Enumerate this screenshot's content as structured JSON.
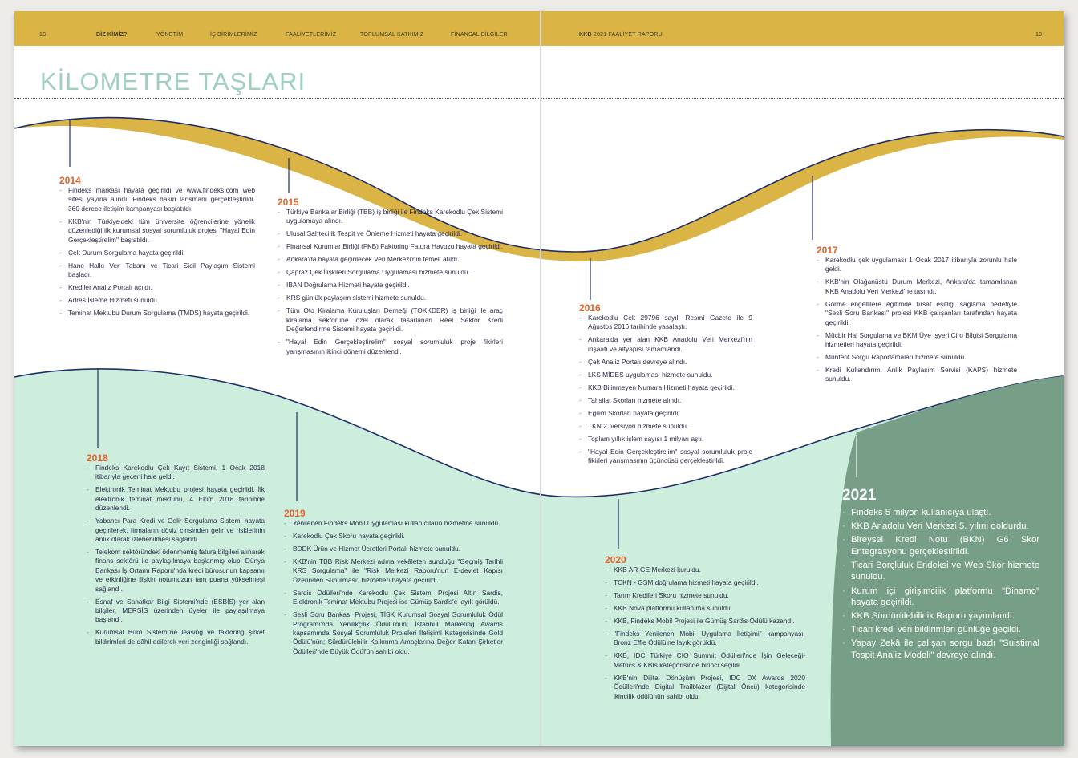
{
  "header": {
    "left_page_number": "18",
    "nav": [
      "BİZ KİMİZ?",
      "YÖNETİM",
      "İŞ BİRİMLERİMİZ",
      "FAALİYETLERİMİZ",
      "TOPLUMSAL KATKIMIZ",
      "FİNANSAL BİLGİLER"
    ],
    "report_brand": "KKB",
    "report_title": "2021 FAALİYET RAPORU",
    "right_page_number": "19"
  },
  "page_title": "KİLOMETRE TAŞLARI",
  "colors": {
    "gold": "#dbb446",
    "mint": "#cdeedd",
    "dark_green": "#779f88",
    "navy": "#1f2f6a",
    "year_orange": "#e2622a",
    "title_teal": "#9fd0bd"
  },
  "milestones": {
    "y2014": {
      "year": "2014",
      "items": [
        "Findeks markası hayata geçirildi ve www.findeks.com web sitesi yayına alındı. Findeks basın lansmanı gerçekleştirildi. 360 derece iletişim kampanyası başlatıldı.",
        "KKB'nin Türkiye'deki tüm üniversite öğrencilerine yönelik düzenlediği ilk kurumsal sosyal sorumluluk projesi \"Hayal Edin Gerçekleştirelim\" başlatıldı.",
        "Çek Durum Sorgulama hayata geçirildi.",
        "Hane Halkı Veri Tabanı ve Ticari Sicil Paylaşım Sistemi başladı.",
        "Krediler Analiz Portalı açıldı.",
        "Adres İşleme Hizmeti sunuldu.",
        "Teminat Mektubu Durum Sorgulama (TMDS) hayata geçirildi."
      ]
    },
    "y2015": {
      "year": "2015",
      "items": [
        "Türkiye Bankalar Birliği (TBB) iş birliği ile Findeks Karekodlu Çek Sistemi uygulamaya alındı.",
        "Ulusal Sahtecilik Tespit ve Önleme Hizmeti hayata geçirildi.",
        "Finansal Kurumlar Birliği (FKB) Faktoring Fatura Havuzu hayata geçirildi.",
        "Ankara'da hayata geçirilecek Veri Merkezi'nin temeli atıldı.",
        "Çapraz Çek İlişkileri Sorgulama Uygulaması hizmete sunuldu.",
        "IBAN Doğrulama Hizmeti hayata geçirildi.",
        "KRS günlük paylaşım sistemi hizmete sunuldu.",
        "Tüm Oto Kiralama Kuruluşları Derneği (TOKKDER) iş birliği ile araç kiralama sektörüne özel olarak tasarlanan Reel Sektör Kredi Değerlendirme Sistemi hayata geçirildi.",
        "\"Hayal Edin Gerçekleştirelim\" sosyal sorumluluk proje fikirleri yarışmasının ikinci dönemi düzenlendi."
      ]
    },
    "y2016": {
      "year": "2016",
      "items": [
        "Karekodlu Çek 29796 sayılı Resmî Gazete ile 9 Ağustos 2016 tarihinde yasalaştı.",
        "Ankara'da yer alan KKB Anadolu Veri Merkezi'nin inşaatı ve altyapısı tamamlandı.",
        "Çek Analiz Portalı devreye alındı.",
        "LKS MİDES uygulaması hizmete sunuldu.",
        "KKB Bilinmeyen Numara Hizmeti hayata geçirildi.",
        "Tahsilat Skorları hizmete alındı.",
        "Eğilim Skorları hayata geçirildi.",
        "TKN 2. versiyon hizmete sunuldu.",
        "Toplam yıllık işlem sayısı 1 milyarı aştı.",
        "\"Hayal Edin Gerçekleştirelim\" sosyal sorumluluk proje fikirleri yarışmasının üçüncüsü gerçekleştirildi."
      ]
    },
    "y2017": {
      "year": "2017",
      "items": [
        "Karekodlu çek uygulaması 1 Ocak 2017 itibarıyla zorunlu hale geldi.",
        "KKB'nin Olağanüstü Durum Merkezi, Ankara'da tamamlanan KKB Anadolu Veri Merkezi'ne taşındı.",
        "Görme engellilere eğitimde fırsat eşitliği sağlama hedefiyle \"Sesli Soru Bankası\" projesi KKB çalışanları tarafından hayata geçirildi.",
        "Mücbir Hal Sorgulama ve BKM Üye İşyeri Ciro Bilgisi Sorgulama hizmetleri hayata geçirildi.",
        "Münferit Sorgu Raporlamaları hizmete sunuldu.",
        "Kredi Kullandırımı Anlık Paylaşım Servisi (KAPS) hizmete sunuldu."
      ]
    },
    "y2018": {
      "year": "2018",
      "items": [
        "Findeks Karekodlu Çek Kayıt Sistemi, 1 Ocak 2018 itibarıyla geçerli hale geldi.",
        "Elektronik Teminat Mektubu projesi hayata geçirildi. İlk elektronik teminat mektubu, 4 Ekim 2018 tarihinde düzenlendi.",
        "Yabancı Para Kredi ve Gelir Sorgulama Sistemi hayata geçirilerek, firmaların döviz cinsinden gelir ve risklerinin anlık olarak izlenebilmesi sağlandı.",
        "Telekom sektöründeki ödenmemiş fatura bilgileri alınarak finans sektörü ile paylaşılmaya başlanmış olup, Dünya Bankası İş Ortamı Raporu'nda kredi bürosunun kapsamı ve etkinliğine ilişkin notumuzun tam puana yükselmesi sağlandı.",
        "Esnaf ve Sanatkar Bilgi Sistemi'nde (ESBİS) yer alan bilgiler, MERSİS üzerinden üyeler ile paylaşılmaya başlandı.",
        "Kurumsal Büro Sistemi'ne leasing ve faktoring şirket bildirimleri de dâhil edilerek veri zenginliği sağlandı."
      ]
    },
    "y2019": {
      "year": "2019",
      "items": [
        "Yenilenen Findeks Mobil Uygulaması kullanıcıların hizmetine sunuldu.",
        "Karekodlu Çek Skoru hayata geçirildi.",
        "BDDK Ürün ve Hizmet Ücretleri Portalı hizmete sunuldu.",
        "KKB'nin TBB Risk Merkezi adına vekâleten sunduğu \"Geçmiş Tarihli KRS Sorgulama\" ile \"Risk Merkezi Raporu'nun E-devlet Kapısı Üzerinden Sunulması\" hizmetleri hayata geçirildi.",
        "Sardis Ödülleri'nde Karekodlu Çek Sistemi Projesi Altın Sardis, Elektronik Teminat Mektubu Projesi ise Gümüş Sardis'e layık görüldü.",
        "Sesli Soru Bankası Projesi, TİSK Kurumsal Sosyal Sorumluluk Ödül Programı'nda Yenilikçilik Ödülü'nün; İstanbul Marketing Awards kapsamında Sosyal Sorumluluk Projeleri İletişimi Kategorisinde Gold Ödülü'nün; Sürdürülebilir Kalkınma Amaçlarına Değer Katan Şirketler Ödülleri'nde Büyük Ödül'ün sahibi oldu."
      ]
    },
    "y2020": {
      "year": "2020",
      "items": [
        "KKB AR-GE Merkezi kuruldu.",
        "TCKN - GSM doğrulama hizmeti hayata geçirildi.",
        "Tarım Kredileri Skoru hizmete sunuldu.",
        "KKB Nova platformu kullanıma sunuldu.",
        "KKB, Findeks Mobil Projesi ile Gümüş Sardis Ödülü kazandı.",
        "\"Findeks Yenilenen Mobil Uygulama İletişimi\" kampanyası, Bronz Effie Ödülü'ne layık görüldü.",
        "KKB, IDC Türkiye CIO Summit Ödülleri'nde İşin Geleceği-Metrics & KBIs kategorisinde birinci seçildi.",
        "KKB'nin Dijital Dönüşüm Projesi, IDC DX Awards 2020 Ödülleri'nde Digital Trailblazer (Dijital Öncü) kategorisinde ikincilik ödülünün sahibi oldu."
      ]
    },
    "y2021": {
      "year": "2021",
      "items": [
        "Findeks 5 milyon kullanıcıya ulaştı.",
        "KKB Anadolu Veri Merkezi 5. yılını doldurdu.",
        "Bireysel Kredi Notu (BKN) G6 Skor Entegrasyonu gerçekleştirildi.",
        "Ticari Borçluluk Endeksi ve Web Skor hizmete sunuldu.",
        "Kurum içi girişimcilik platformu \"Dinamo\" hayata geçirildi.",
        "KKB Sürdürülebilirlik Raporu yayımlandı.",
        "Ticari kredi veri bildirimleri günlüğe geçildi.",
        "Yapay Zekâ ile çalışan sorgu bazlı \"Suistimal Tespit Analiz Modeli\" devreye alındı."
      ]
    }
  }
}
